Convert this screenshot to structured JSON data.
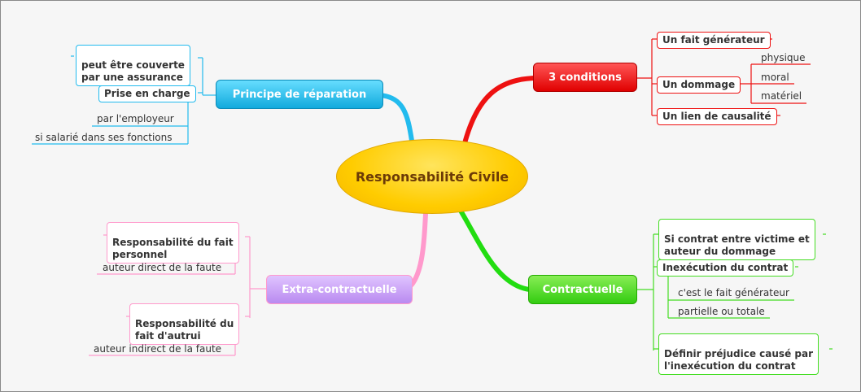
{
  "center": {
    "label": "Responsabilité Civile",
    "color": "#ffcc00"
  },
  "branches": {
    "conditions": {
      "label": "3 conditions",
      "color": "#ee1111",
      "items": {
        "fait": "Un fait générateur",
        "dommage": "Un dommage",
        "dommage_types": [
          "physique",
          "moral",
          "matériel"
        ],
        "lien": "Un lien de causalité"
      }
    },
    "reparation": {
      "label": "Principe de réparation",
      "color": "#22bbee",
      "items": {
        "assurance": "peut être couverte\npar une assurance",
        "prise": "Prise en charge",
        "prise_sub": [
          "par l'employeur",
          "si salarié dans ses fonctions"
        ]
      }
    },
    "extra": {
      "label": "Extra-contractuelle",
      "color": "#cc99ff",
      "line_color": "#ff99cc",
      "items": {
        "personnel": "Responsabilité du fait\npersonnel",
        "personnel_sub": "auteur direct de la faute",
        "autrui": "Responsabilité du\nfait d'autrui",
        "autrui_sub": "auteur indirect de la faute"
      }
    },
    "contract": {
      "label": "Contractuelle",
      "color": "#44dd22",
      "items": {
        "si_contrat": "Si contrat entre victime et\nauteur du dommage",
        "inexecution": "Inexécution du contrat",
        "inexecution_sub": [
          "c'est le fait générateur",
          "partielle ou totale"
        ],
        "prejudice": "Définir préjudice causé par\nl'inexécution du contrat"
      }
    }
  }
}
